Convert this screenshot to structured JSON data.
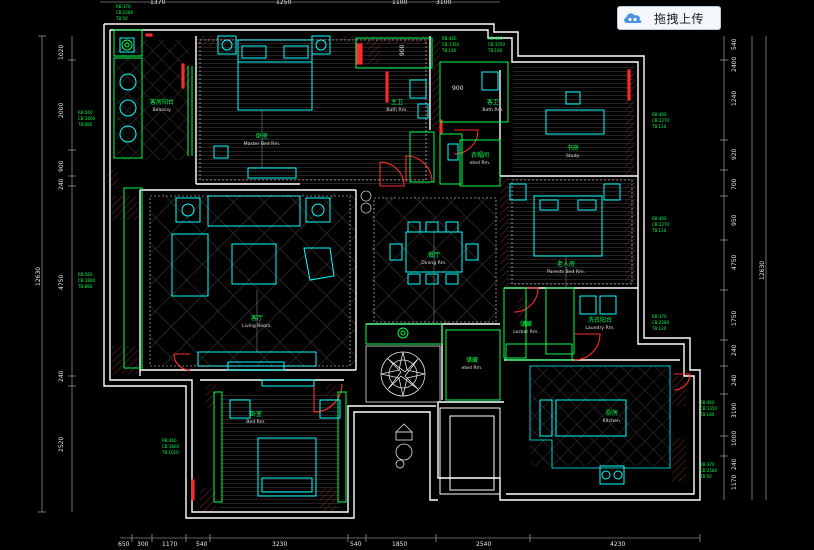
{
  "toolbar": {
    "upload_label": "拖拽上传",
    "upload_icon": "cloud-upload-icon"
  },
  "colors": {
    "wall": "#ffffff",
    "furniture": "#00ffff",
    "room_label": "#00ff4c",
    "dimension": "#d0d0d0",
    "hatch": "#7a2a2a",
    "door": "#ff2a2a"
  },
  "rooms": [
    {
      "cn": "卧室",
      "en": "Master Bed Rm."
    },
    {
      "cn": "客房阳台",
      "en": "Balcony."
    },
    {
      "cn": "主卫",
      "en": "Bath Rm."
    },
    {
      "cn": "客卫",
      "en": "Bath Rm."
    },
    {
      "cn": "书房",
      "en": "Study."
    },
    {
      "cn": "衣帽间",
      "en": "eted Rm."
    },
    {
      "cn": "客厅",
      "en": "Living Room."
    },
    {
      "cn": "餐厅",
      "en": "Dining Rm."
    },
    {
      "cn": "老人房",
      "en": "Parents Bed Rm."
    },
    {
      "cn": "储藏",
      "en": "Locker Rm."
    },
    {
      "cn": "洗衣阳台",
      "en": "Laundry Rm."
    },
    {
      "cn": "储藏",
      "en": "eted Rm."
    },
    {
      "cn": "厨房",
      "en": "Kitchen."
    },
    {
      "cn": "卧室",
      "en": "Bed Rm."
    }
  ],
  "dimensions": {
    "top": [
      "1370",
      "1250",
      "1100",
      "3100"
    ],
    "bottom": [
      "650",
      "300",
      "1170",
      "540",
      "3230",
      "540",
      "1850",
      "2540",
      "4230"
    ],
    "left": [
      "1020",
      "2000",
      "900",
      "240",
      "12630",
      "4750",
      "240",
      "2520"
    ],
    "right": [
      "540",
      "2400",
      "1240",
      "920",
      "700",
      "950",
      "12630",
      "4750",
      "1750",
      "240",
      "240",
      "3190",
      "1000",
      "240",
      "1170"
    ],
    "misc": [
      "900",
      "900"
    ]
  },
  "specs": [
    {
      "a": "RB:370",
      "b": "CB:2280",
      "c": "TB:50"
    },
    {
      "a": "RB:560",
      "b": "CB:1800",
      "c": "TB:880"
    },
    {
      "a": "RB:460",
      "b": "CB:1350",
      "c": "TB:180"
    },
    {
      "a": "RB:460",
      "b": "CB:1550",
      "c": "TB:180"
    },
    {
      "a": "RB:460",
      "b": "CB:2270",
      "c": "TB:120"
    },
    {
      "a": "RB:460",
      "b": "CB:2270",
      "c": "TB:120"
    },
    {
      "a": "RB:560",
      "b": "CB:1800",
      "c": "TB:880"
    },
    {
      "a": "RB:370",
      "b": "CB:2280",
      "c": "TB:120"
    },
    {
      "a": "RB:460",
      "b": "CB:1350",
      "c": "TB:180"
    },
    {
      "a": "RB:460",
      "b": "CB:1800",
      "c": "TB:1010"
    },
    {
      "a": "RB:370",
      "b": "CB:2580",
      "c": "TB:50"
    }
  ]
}
